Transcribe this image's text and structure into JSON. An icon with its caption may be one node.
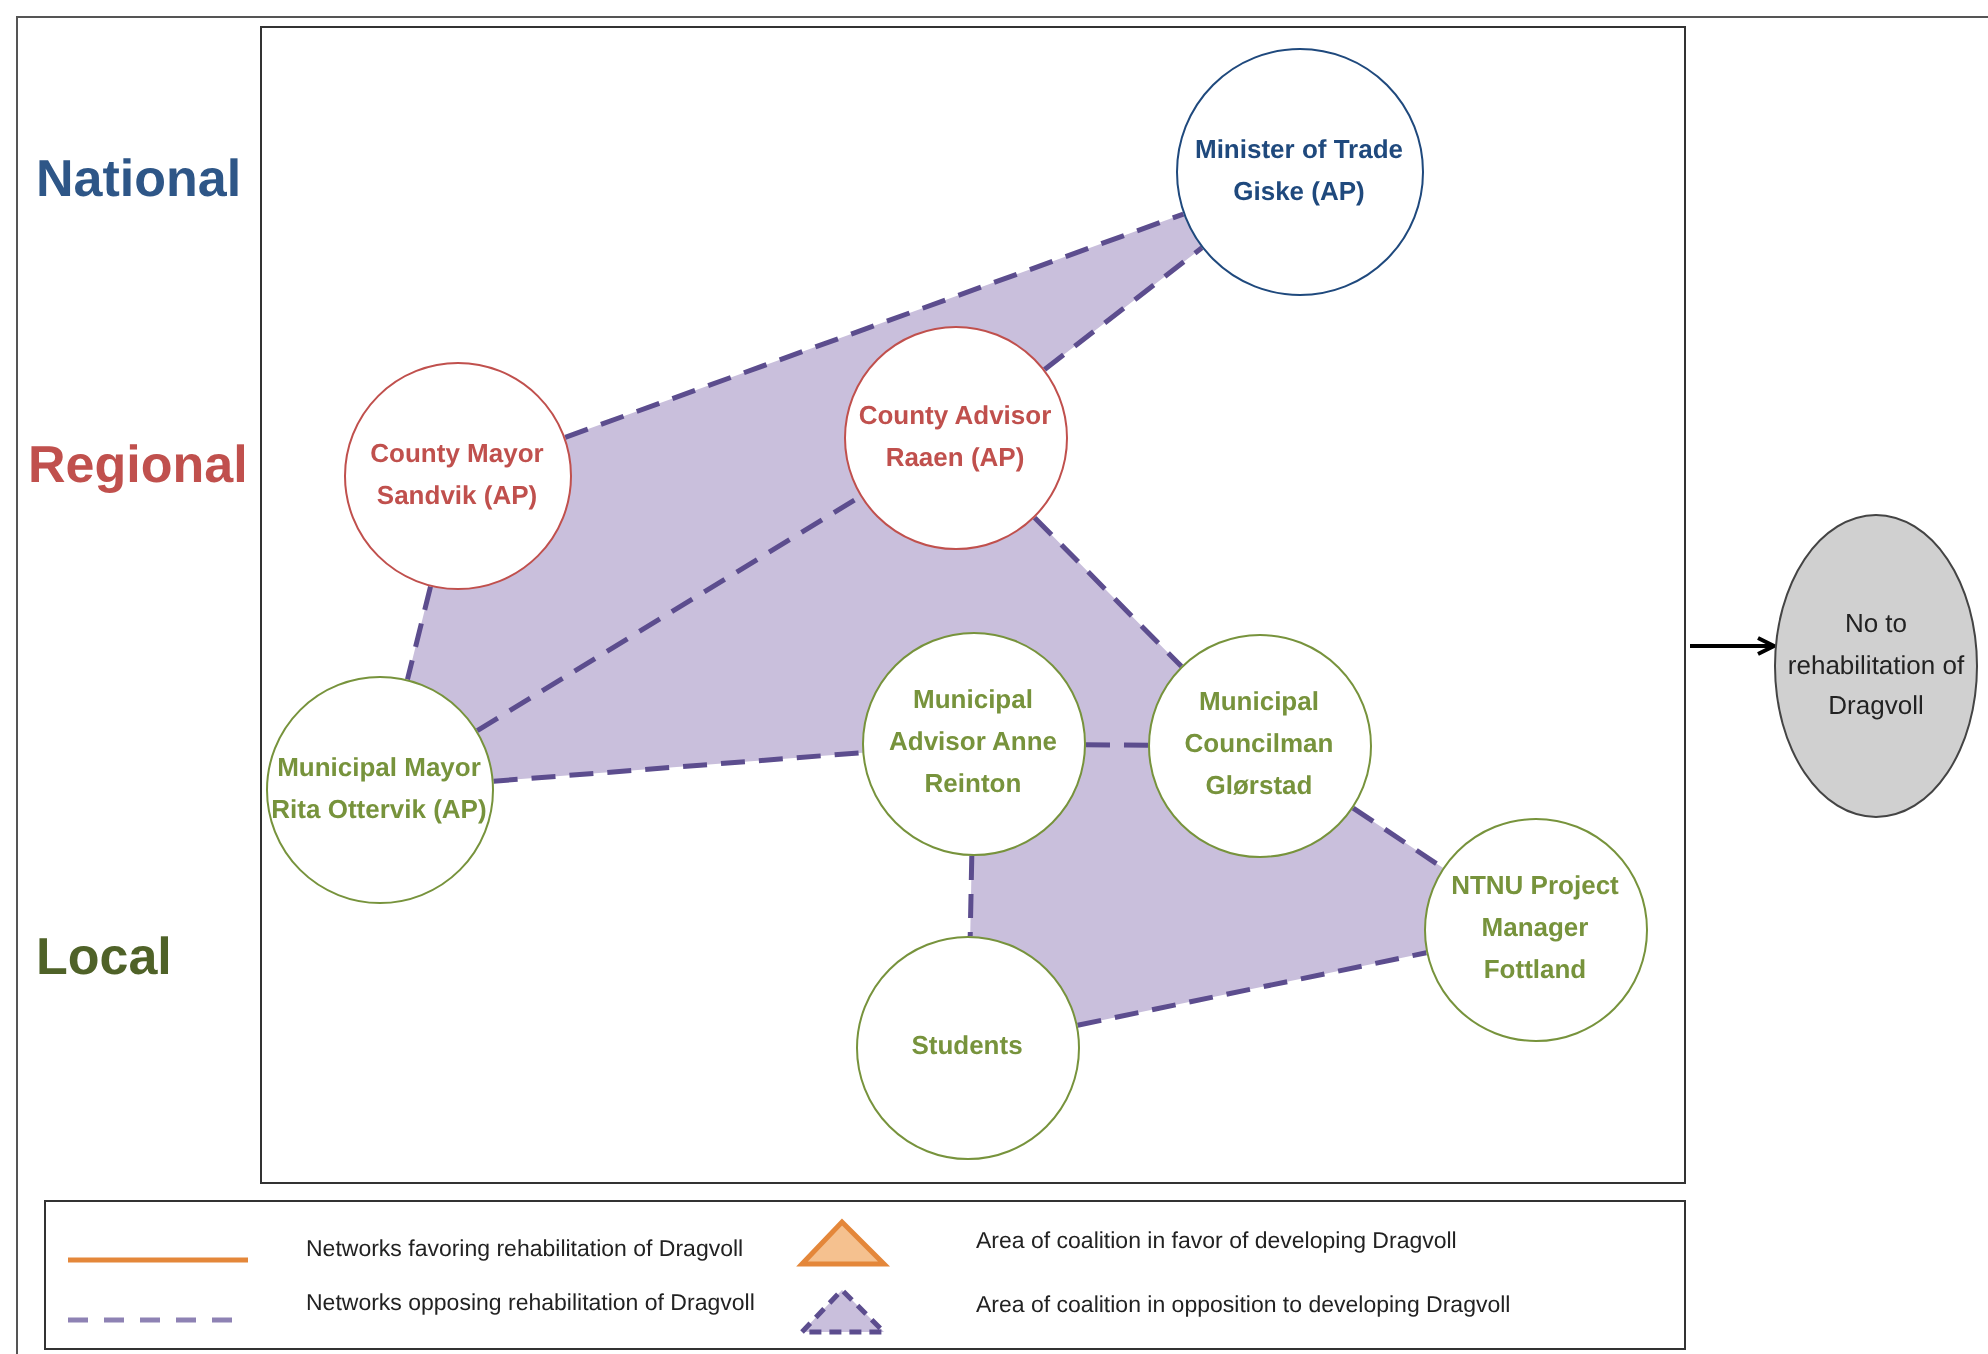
{
  "diagram": {
    "nodes": [
      {
        "text": [],
        "shape": "box"
      },
      {
        "text": [
          "Minister of Trade Giske (AP)"
        ],
        "in": 0
      },
      {
        "text": [
          "County Mayor Sandvik (AP)"
        ],
        "in": 0
      },
      {
        "text": [
          "County Advisor Raaen (AP)"
        ],
        "in": 0
      },
      {
        "text": [
          "Municipal Mayor Rita Ottervik (AP)"
        ],
        "in": 0
      },
      {
        "text": [
          "Municipal Advisor Anne Reinton"
        ],
        "in": 0
      },
      {
        "text": [
          "Municipal Councilman Glørstad"
        ],
        "in": 0
      },
      {
        "text": [
          "NTNU Project Manager Fottland"
        ],
        "in": 0
      },
      {
        "text": [
          "Students"
        ],
        "in": 0
      },
      {
        "text": [
          "No to rehabilitation of Dragvoll"
        ]
      }
    ],
    "edges": [
      {
        "from": 2,
        "to": 1,
        "arrow": "none",
        "style": "dashed",
        "color": "#5c4d8e"
      },
      {
        "from": 3,
        "to": 1,
        "arrow": "none",
        "style": "dashed",
        "color": "#5c4d8e"
      },
      {
        "from": 2,
        "to": 4,
        "arrow": "none",
        "style": "dashed",
        "color": "#5c4d8e"
      },
      {
        "from": 4,
        "to": 3,
        "arrow": "none",
        "style": "dashed",
        "color": "#5c4d8e"
      },
      {
        "from": 4,
        "to": 5,
        "arrow": "none",
        "style": "dashed",
        "color": "#5c4d8e"
      },
      {
        "from": 3,
        "to": 6,
        "arrow": "none",
        "style": "dashed",
        "color": "#5c4d8e"
      },
      {
        "from": 5,
        "to": 6,
        "arrow": "none",
        "style": "dashed",
        "color": "#5c4d8e"
      },
      {
        "from": 6,
        "to": 7,
        "arrow": "none",
        "style": "dashed",
        "color": "#5c4d8e"
      },
      {
        "from": 5,
        "to": 8,
        "arrow": "none",
        "style": "dashed",
        "color": "#5c4d8e"
      },
      {
        "from": 8,
        "to": 7,
        "arrow": "none",
        "style": "dashed",
        "color": "#5c4d8e"
      },
      {
        "from": 0,
        "to": 9,
        "arrow": "to",
        "color": "#000000"
      }
    ],
    "labels": [
      "National",
      "Regional",
      "Local"
    ],
    "legend": [
      {
        "text": "Networks favoring rehabilitation of Dragvoll"
      },
      {
        "text": "Networks opposing rehabilitation of Dragvoll"
      },
      {
        "text": "Area of coalition in favor of developing Dragvoll"
      },
      {
        "text": "Area of coalition in opposition to developing Dragvoll"
      }
    ]
  }
}
